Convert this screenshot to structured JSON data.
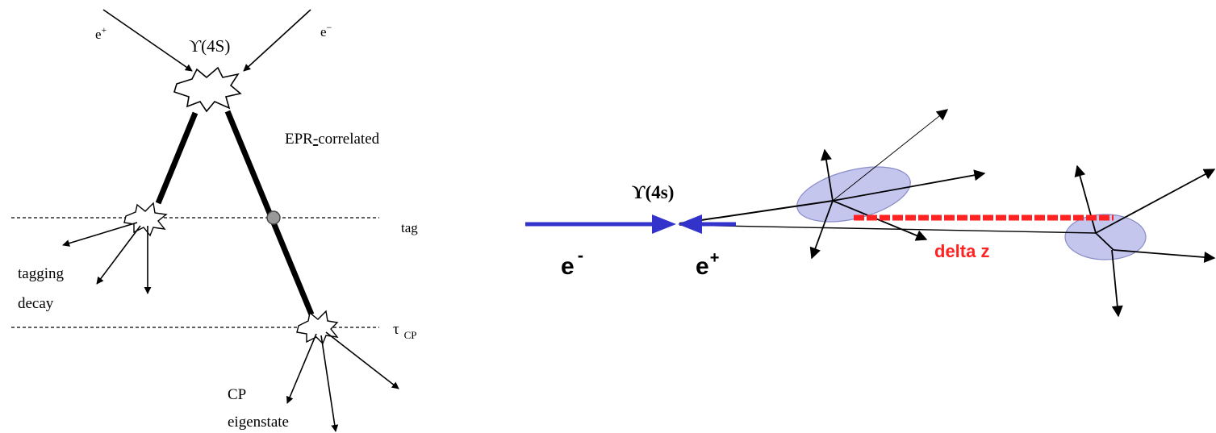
{
  "left_diagram": {
    "e_plus": "e",
    "e_plus_sup": "+",
    "e_minus": "e",
    "e_minus_sup": "−",
    "upsilon": "ϒ(4S)",
    "epr_prefix": "EPR",
    "epr_suffix": "correlated",
    "tag_partial": "tag",
    "tau": "τ",
    "tau_sub": "CP",
    "tagging_line1": "tagging",
    "tagging_line2": "decay",
    "cp_line1": "CP",
    "cp_line2": "eigenstate"
  },
  "right_diagram": {
    "upsilon": "ϒ(4s)",
    "e_minus": "e",
    "e_minus_sup": "-",
    "e_plus": "e",
    "e_plus_sup": "+",
    "delta_z": "delta z"
  },
  "colors": {
    "beam_blue": "#3333cc",
    "delta_red": "#ff2222",
    "vertex_fill": "#c4c6ee",
    "vertex_stroke": "#8a8cc8",
    "node_gray": "#999999"
  }
}
